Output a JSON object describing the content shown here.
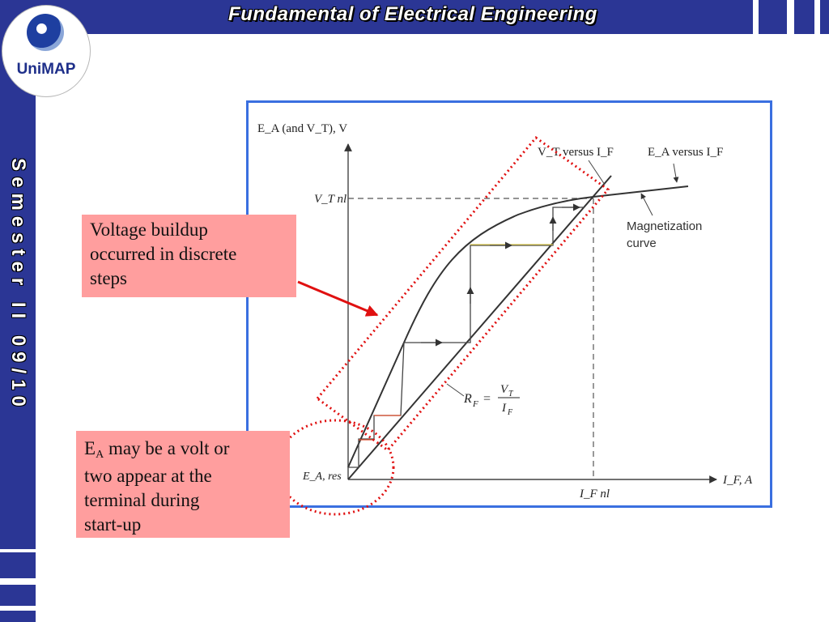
{
  "header": {
    "title": "Fundamental of Electrical Engineering"
  },
  "sidebar": {
    "vertical_text": "Semester II 09/10"
  },
  "logo": {
    "text": "UniMAP"
  },
  "diagram": {
    "y_axis_label": "E_A (and V_T), V",
    "x_axis_label": "I_F, A",
    "vt_label": "V_T nl",
    "if_label": "I_F nl",
    "ea_res_label": "E_A, res",
    "vt_curve_label": "V_T versus I_F",
    "ea_curve_label": "E_A versus I_F",
    "magnetization_label_line1": "Magnetization",
    "magnetization_label_line2": "curve",
    "rf_label": "R_F = V_T / I_F",
    "rf_symbol": "R",
    "rf_sub": "F",
    "rf_eq": "=",
    "rf_num": "V",
    "rf_num_sub": "T",
    "rf_den": "I",
    "rf_den_sub": "F"
  },
  "callouts": {
    "voltage_buildup_line1": "Voltage buildup",
    "voltage_buildup_line2": "occurred in discrete",
    "voltage_buildup_line3": "steps",
    "ea_symbol": "E",
    "ea_sub": "A",
    "ea_line1_rest": " may be a volt or",
    "ea_line2": "two appear at the",
    "ea_line3": "terminal during",
    "ea_line4": "start-up"
  },
  "colors": {
    "bar_blue": "#2b3695",
    "frame_blue": "#3a6fe0",
    "callout_fill": "#ff9e9e",
    "annotation_red": "#e01010"
  }
}
